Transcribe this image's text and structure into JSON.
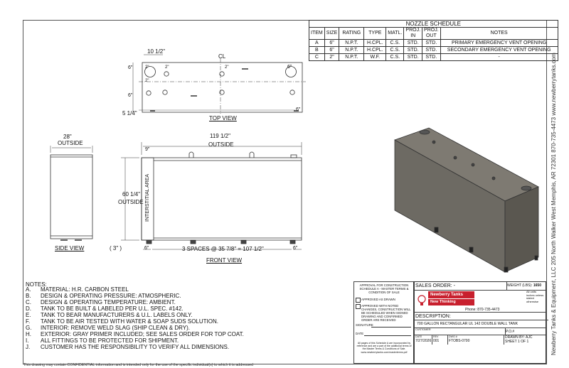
{
  "nozzle_schedule": {
    "title": "NOZZLE SCHEDULE",
    "headers": [
      "ITEM",
      "SIZE",
      "RATING",
      "TYPE",
      "MATL.",
      "PROJ. IN",
      "PROJ. OUT",
      "NOTES"
    ],
    "rows": [
      [
        "A",
        "6\"",
        "N.P.T.",
        "H.CPL.",
        "C.S.",
        "STD.",
        "STD.",
        "PRIMARY EMERGENCY VENT OPENING"
      ],
      [
        "B",
        "6\"",
        "N.P.T.",
        "H.CPL.",
        "C.S.",
        "STD.",
        "STD.",
        "SECONDARY EMERGENCY VENT OPENING"
      ],
      [
        "C",
        "2\"",
        "N.P.T.",
        "W.F.",
        "C.S.",
        "STD.",
        "STD.",
        "-"
      ]
    ]
  },
  "views": {
    "top": "TOP VIEW",
    "side": "SIDE VIEW",
    "front": "FRONT VIEW"
  },
  "dims": {
    "top_10_half": "10 1/2\"",
    "top_6a": "6\"",
    "top_2a": "2\"",
    "top_2b": "2\"",
    "top_2c": "2\"",
    "top_2d": "2\"",
    "top_6b": "6\"",
    "top_6c": "6\"",
    "top_6d": "6\"",
    "top_5_quarter": "5 1/4\"",
    "side_width": "28\"",
    "side_outside": "OUTSIDE",
    "front_length": "119 1/2\"",
    "front_outside": "OUTSIDE",
    "front_9": "9\"",
    "front_height": "60 1/4\"",
    "front_height_outside": "OUTSIDE",
    "front_3": "( 3\" )",
    "front_6a": "6\"",
    "front_6b": "6\"",
    "front_spaces": "3 SPACES @ 35 7/8\" = 107 1/2\"",
    "interstitial": "INTERSTITIAL AREA",
    "centerline": "CL"
  },
  "notes": {
    "title": "NOTES:",
    "items": [
      {
        "key": "A.",
        "text": "MATERIAL: H.R. CARBON STEEL"
      },
      {
        "key": "B.",
        "text": "DESIGN & OPERATING PRESSURE: ATMOSPHERIC."
      },
      {
        "key": "C.",
        "text": "DESIGN & OPERATING TEMPERATURE: AMBIENT."
      },
      {
        "key": "D.",
        "text": "TANK TO BE BUILT & LABELED PER U.L. SPEC. #142."
      },
      {
        "key": "E.",
        "text": "TANK TO BEAR MANUFACTURERS & U.L. LABELS ONLY."
      },
      {
        "key": "F.",
        "text": "TANK TO BE AIR TESTED WITH WATER & SOAP SUDS SOLUTION."
      },
      {
        "key": "G.",
        "text": "INTERIOR: REMOVE WELD SLAG (SHIP CLEAN & DRY)."
      },
      {
        "key": "H.",
        "text": "EXTERIOR: GRAY PRIMER INCLUDED; SEE SALES ORDER FOR TOP COAT."
      },
      {
        "key": "I.",
        "text": "ALL FITTINGS TO BE PROTECTED FOR SHIPMENT."
      },
      {
        "key": "J.",
        "text": "CUSTOMER HAS THE RESPONSIBILITY TO VERIFY ALL DIMENSIONS."
      }
    ]
  },
  "approval": {
    "title": "APPROVAL FOR CONSTRUCTION SCHEDULE A - MASTER TERMS & CONDITION OF SALE",
    "opt1": "APPROVED AS DRAWN",
    "opt2": "APPROVED WITH NOTED CHANGES, CONSTRUCTION WILL BE SCHEDULED WHEN SIGNED DRAWING AND CONFIRMED ORDER ARE RECEIVED",
    "signature": "SIGNATURE",
    "date": "DATE",
    "fine": "All pages of this Schedule A are incorporated by reference and are a part of the additional terms of the Master Terms & Conditions of Sale. www.newberrytanks.com/masterterms.pdf"
  },
  "title_block": {
    "sales_order": "SALES ORDER: -",
    "weight_label": "WEIGHT (LBS):",
    "weight_value": "1650",
    "logo_name": "Newberry Tanks",
    "logo_tagline": "New Thinking",
    "units_note": "All units inches unless stated otherwise",
    "phone": "Phone: 870-735-4473",
    "description_label": "DESCRIPTION:",
    "description": "700 GALLON RECTANGULAR UL 142 DOUBLE WALL TANK",
    "customer_label": "CUSTOMER",
    "po_label": "P.O.#",
    "date_label": "DATE",
    "date_value": "7/27/2026",
    "rev_label": "REV",
    "rev_value": "001",
    "dwg_label": "DWG #",
    "dwg_value": "FTOBS-0700",
    "drawn_by": "DRAWN BY: AJC",
    "sheet": "SHEET 1 OF 1"
  },
  "side_text": "Newberry Tanks & Equipment, LLC 205 North Walker West Memphis, AR 72301 870-735-4473 www.newberrytanks.com",
  "footer": "This drawing may contain CONFIDENTIAL information and is intended only for the use of the specific individual(s) to which it is addressed"
}
